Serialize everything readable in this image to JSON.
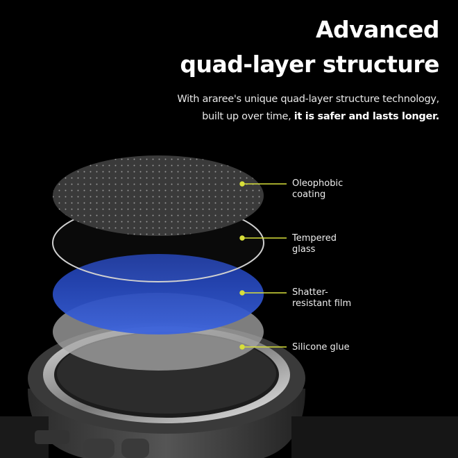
{
  "heading": {
    "line1": "Advanced",
    "line2": "quad-layer structure"
  },
  "description": {
    "line1": "With araree's unique quad-layer structure technology,",
    "line2_regular": "built up over time, ",
    "line2_bold": "it is safer and lasts longer."
  },
  "layers": [
    {
      "line1": "Oleophobic",
      "line2": "coating"
    },
    {
      "line1": "Tempered",
      "line2": "glass"
    },
    {
      "line1": "Shatter-",
      "line2": "resistant film"
    },
    {
      "line1": "Silicone glue",
      "line2": ""
    }
  ],
  "colors": {
    "accent": "#d8df3a",
    "film": "#2a4fd0",
    "background": "#000000"
  }
}
